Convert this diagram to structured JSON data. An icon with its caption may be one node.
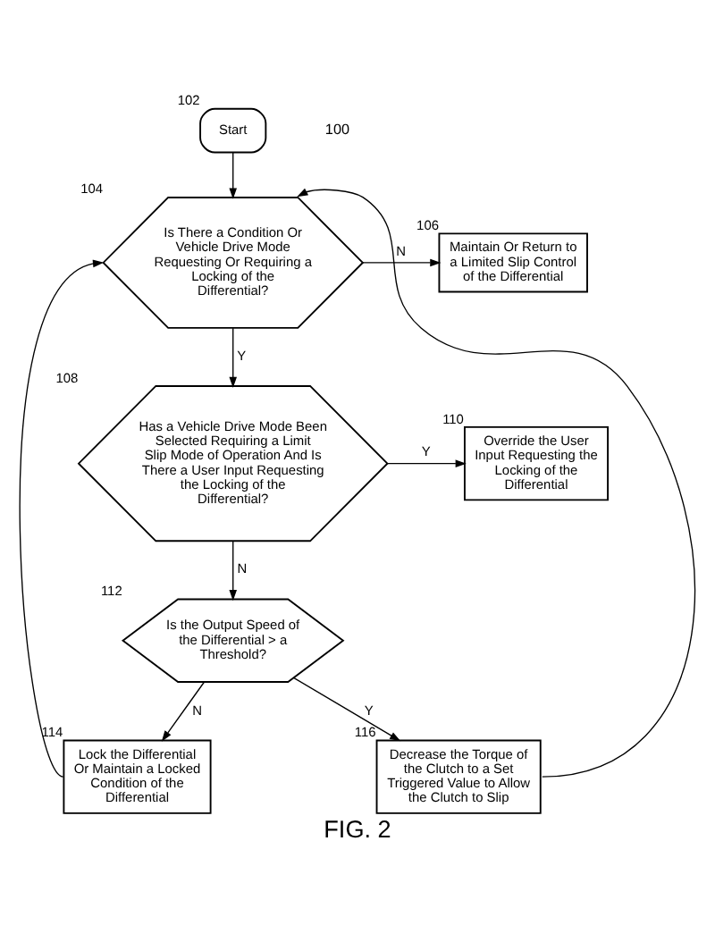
{
  "diagram": {
    "caption": "FIG. 2",
    "nodes": [
      {
        "text": [
          "Start"
        ],
        "beside": [
          "102"
        ]
      },
      {
        "text": [
          "Is There a Condition Or Vehicle Drive Mode Requesting Or Requiring a Locking of the Differential?"
        ],
        "beside": [
          "104"
        ]
      },
      {
        "text": [
          "Maintain Or Return to a Limited Slip Control of the Differential"
        ],
        "beside": [
          "106"
        ]
      },
      {
        "text": [
          "Has a Vehicle Drive Mode Been Selected Requiring a Limit Slip Mode of Operation And Is There a User Input Requesting the Locking of the Differential?"
        ],
        "beside": [
          "108"
        ]
      },
      {
        "text": [
          "Override the User Input Requesting the Locking of the Differential"
        ],
        "beside": [
          "110"
        ]
      },
      {
        "text": [
          "Is the Output Speed of the Differential > a Threshold?"
        ],
        "beside": [
          "112"
        ]
      },
      {
        "text": [
          "Lock the Differential Or Maintain a Locked Condition of the Differential"
        ],
        "beside": [
          "114"
        ]
      },
      {
        "text": [
          "Decrease the Torque of the Clutch to a Set Triggered Value to Allow the Clutch to Slip"
        ],
        "beside": [
          "116"
        ]
      }
    ],
    "edges": [
      {
        "from": 0,
        "to": 1,
        "arrow": "to"
      },
      {
        "from": 1,
        "to": 2,
        "arrow": "to",
        "label": "N"
      },
      {
        "from": 1,
        "to": 3,
        "arrow": "to",
        "label": "Y"
      },
      {
        "from": 3,
        "to": 4,
        "arrow": "to",
        "label": "Y"
      },
      {
        "from": 3,
        "to": 5,
        "arrow": "to",
        "label": "N"
      },
      {
        "from": 5,
        "to": 6,
        "arrow": "to",
        "label": "N"
      },
      {
        "from": 5,
        "to": 7,
        "arrow": "to",
        "label": "Y"
      },
      {
        "from": 6,
        "to": 1,
        "arrow": "to"
      },
      {
        "from": 7,
        "to": 1,
        "arrow": "to"
      }
    ],
    "labels": [
      "100"
    ]
  }
}
